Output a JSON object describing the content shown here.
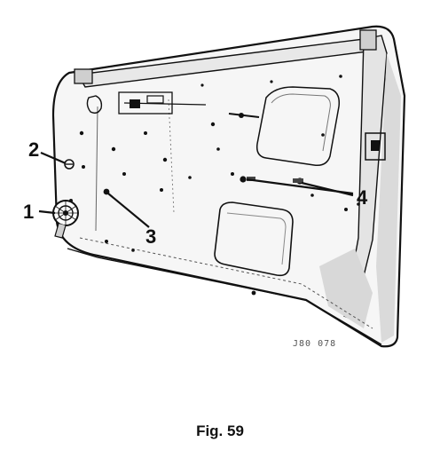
{
  "callouts": {
    "c1": "1",
    "c2": "2",
    "c3": "3",
    "c4": "4"
  },
  "reference_code": "J80 078",
  "caption": "Fig. 59",
  "colors": {
    "ink": "#111111",
    "panel": "#f6f6f6",
    "shade": "#cfcfcf"
  }
}
